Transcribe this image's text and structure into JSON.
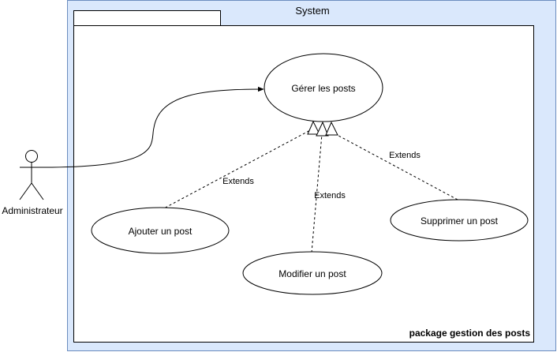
{
  "system": {
    "title": "System",
    "fill": "#dae8fc",
    "stroke": "#6c8ebf"
  },
  "package": {
    "label": "package gestion des posts"
  },
  "actor": {
    "name": "Administrateur"
  },
  "use_cases": {
    "gerer": "Gérer les posts",
    "ajouter": "Ajouter un post",
    "modifier": "Modifier un post",
    "supprimer": "Supprimer un post"
  },
  "relations": {
    "extends_ajouter": "Extends",
    "extends_modifier": "Extends",
    "extends_supprimer": "Extends"
  }
}
